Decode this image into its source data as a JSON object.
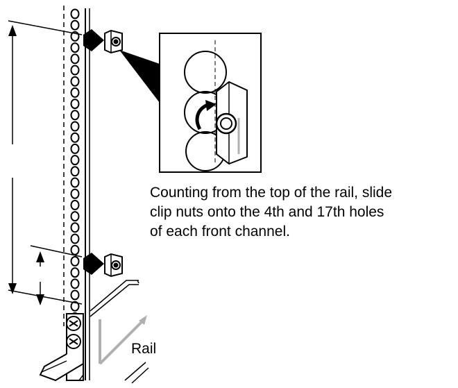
{
  "instruction": {
    "lines": [
      "Counting from the top of the rail, slide",
      "clip nuts onto the 4th and 17th holes",
      "of each front channel."
    ]
  },
  "labels": {
    "rail": "Rail"
  },
  "rail_holes": {
    "count": 28
  },
  "colors": {
    "line": "#000000",
    "background": "#ffffff",
    "rail_guide": "#b0b0b0"
  }
}
